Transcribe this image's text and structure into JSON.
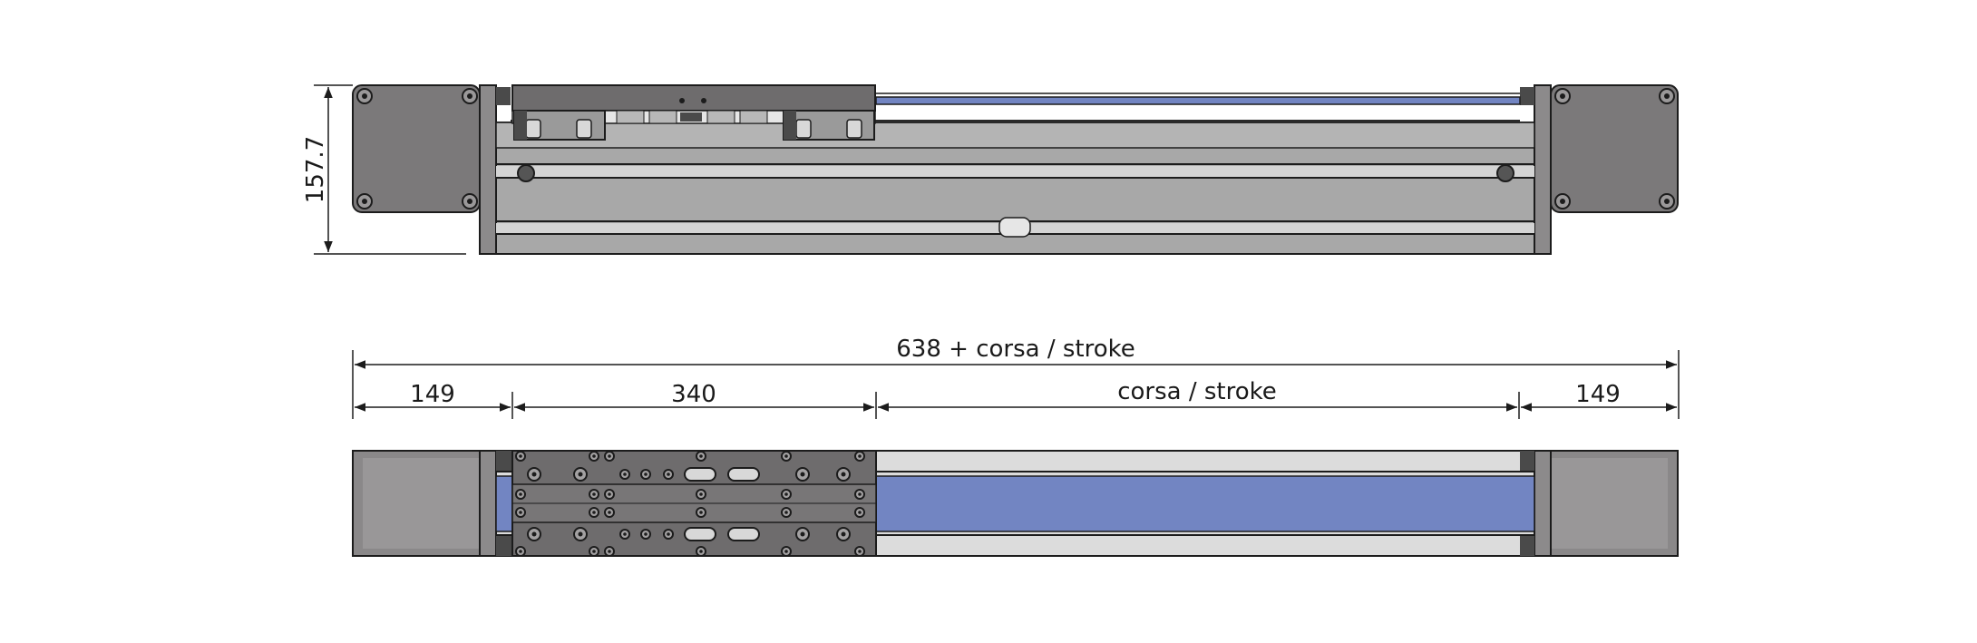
{
  "dimensions": {
    "height": "157.7",
    "overall": "638 + corsa / stroke",
    "end_left": "149",
    "carriage": "340",
    "stroke": "corsa / stroke",
    "end_right": "149"
  },
  "colors": {
    "body_gray": "#a8a8a8",
    "dark_gray": "#6e6c6d",
    "motor_gray": "#7b797a",
    "belt_blue": "#7285c2",
    "rail_light": "#dcdcdc",
    "outline": "#1c1c1c"
  },
  "icons": [
    "mounting-hole-icon",
    "slot-icon"
  ]
}
